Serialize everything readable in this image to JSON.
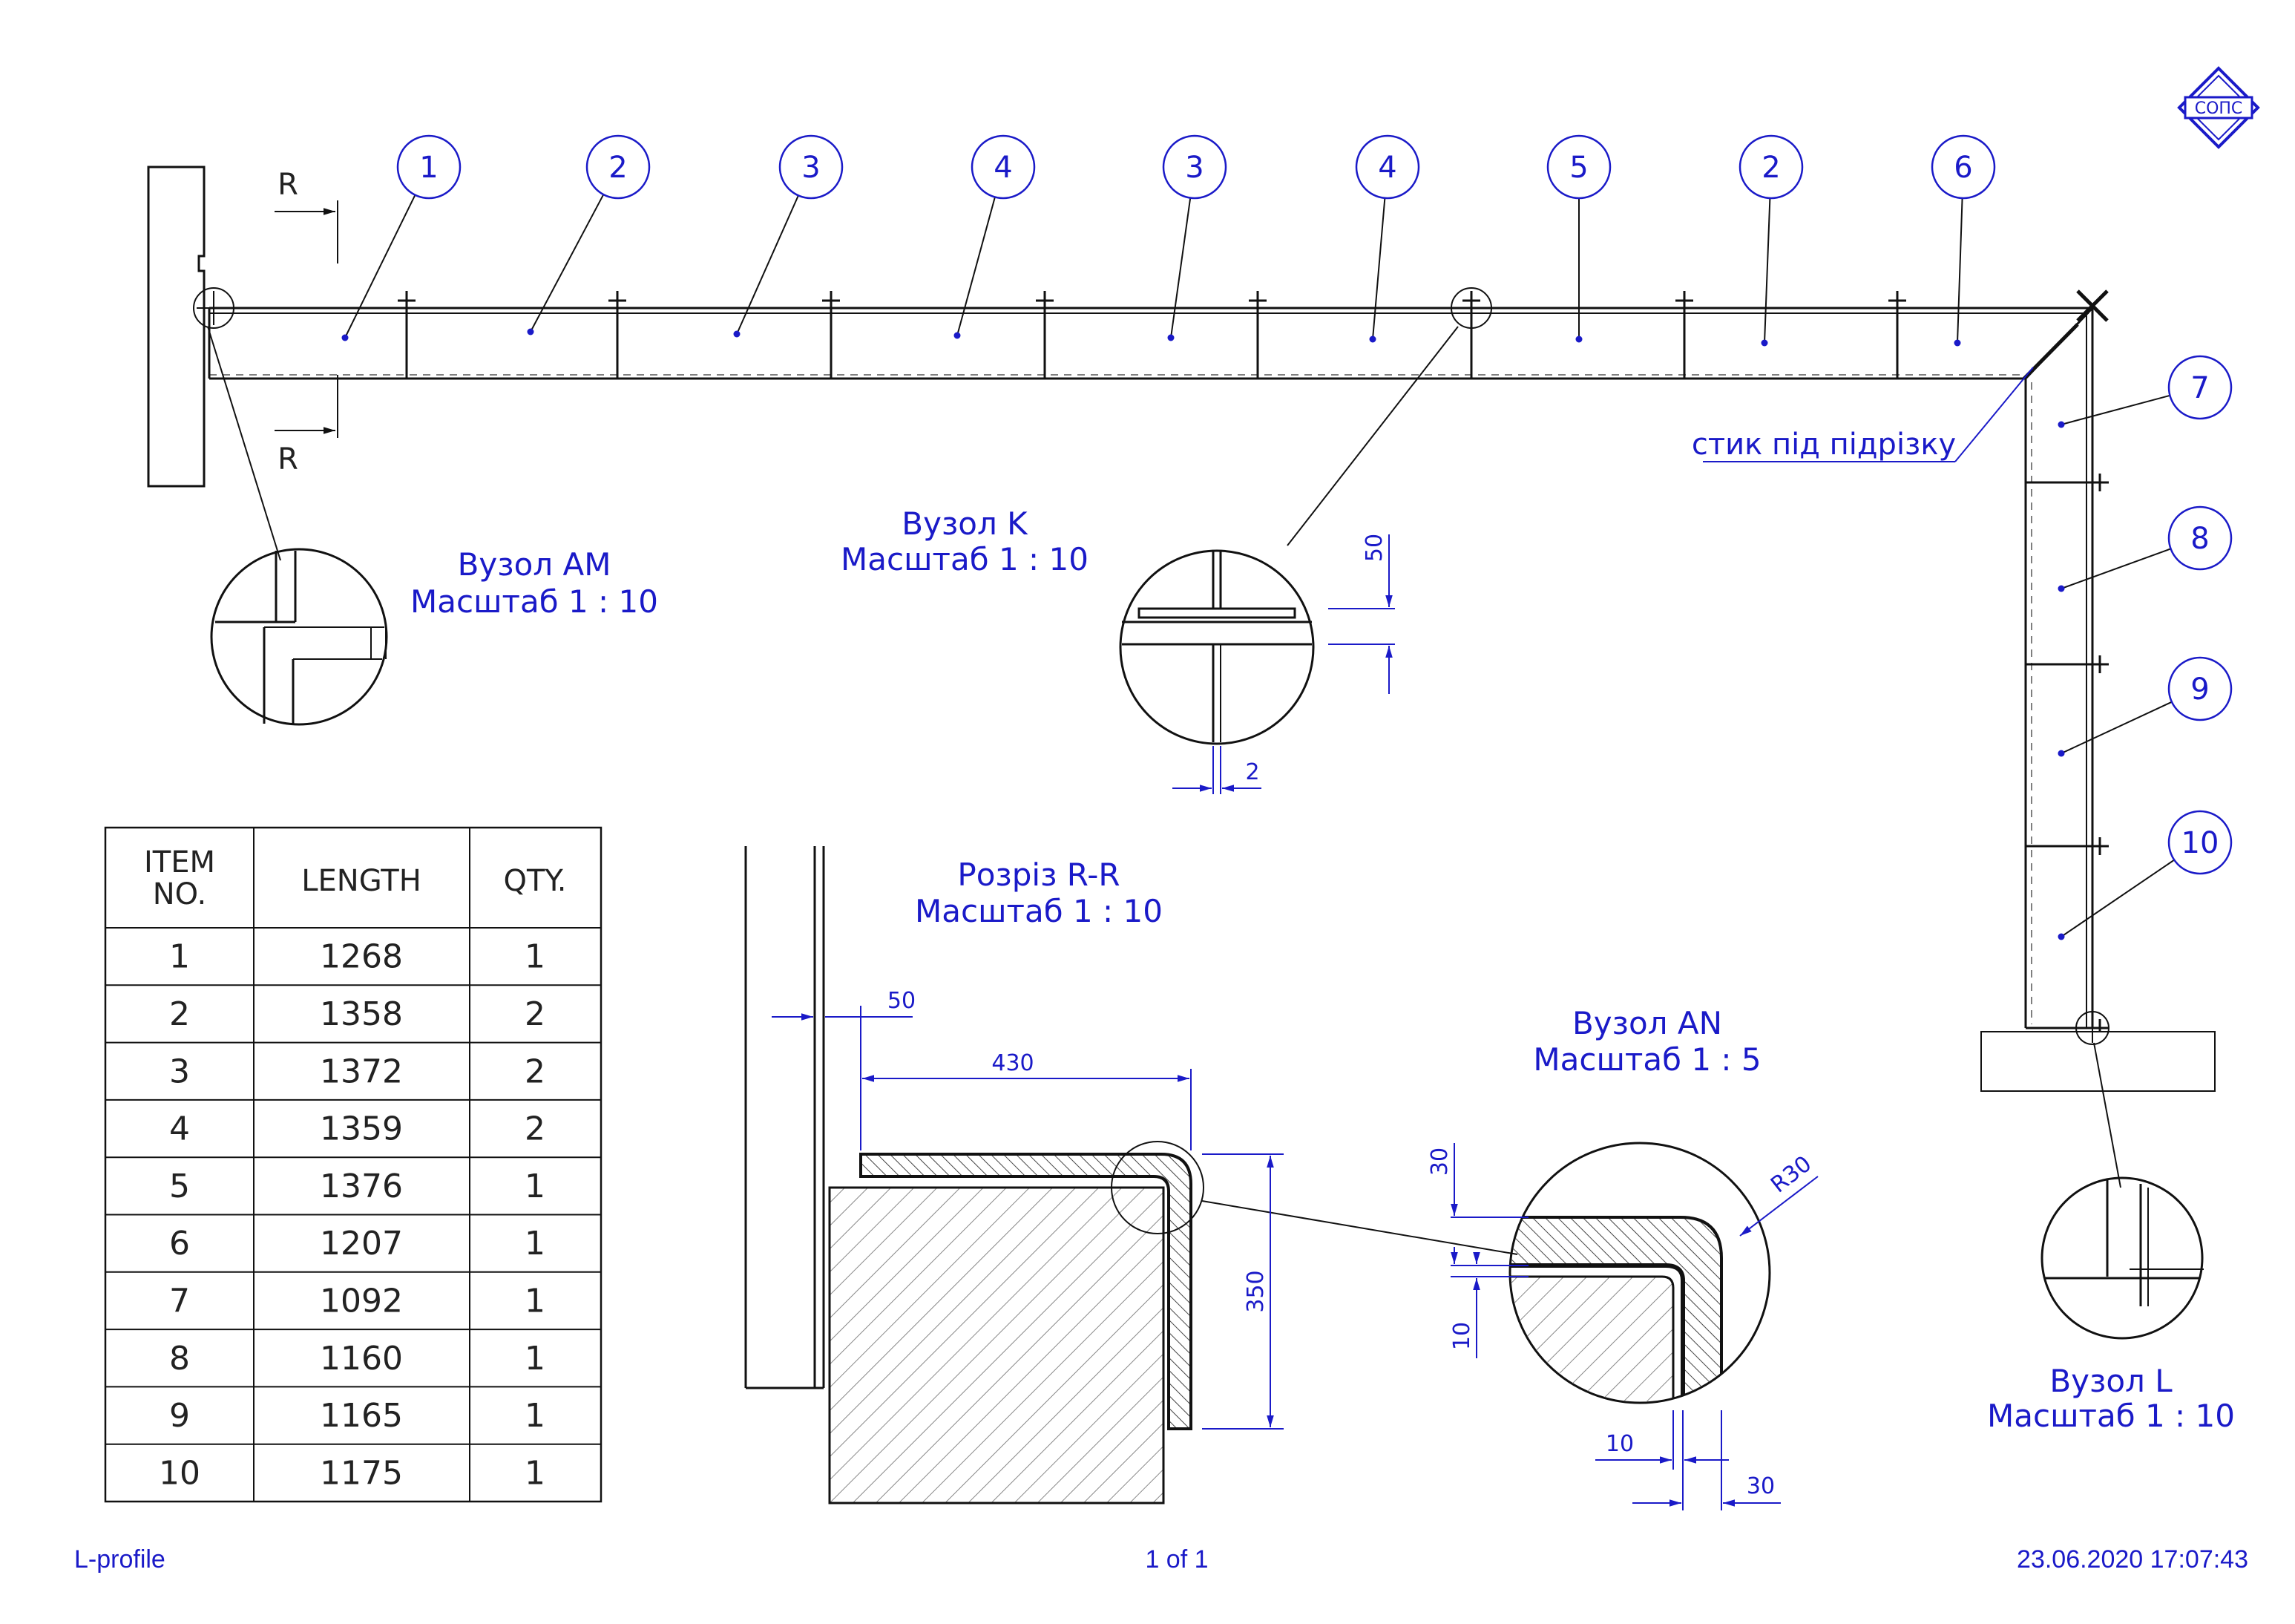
{
  "logo": {
    "text": "COПC"
  },
  "balloons": [
    {
      "label": "1"
    },
    {
      "label": "2"
    },
    {
      "label": "3"
    },
    {
      "label": "4"
    },
    {
      "label": "3"
    },
    {
      "label": "4"
    },
    {
      "label": "5"
    },
    {
      "label": "2"
    },
    {
      "label": "6"
    },
    {
      "label": "7"
    },
    {
      "label": "8"
    },
    {
      "label": "9"
    },
    {
      "label": "10"
    }
  ],
  "section_markers": {
    "top": "R",
    "bottom": "R"
  },
  "joint_note": "стик під підрізку",
  "views": {
    "am": {
      "title": "Вузол AM",
      "scale": "Масштаб 1 : 10"
    },
    "k": {
      "title": "Вузол K",
      "scale": "Масштаб 1 : 10",
      "dim_height": "50",
      "dim_gap": "2"
    },
    "rr": {
      "title": "Розріз R-R",
      "scale": "Масштаб 1 : 10",
      "dim_offset": "50",
      "dim_width": "430",
      "dim_height": "350"
    },
    "an": {
      "title": "Вузол AN",
      "scale": "Масштаб 1 : 5",
      "dim_30_v": "30",
      "dim_10_v": "10",
      "dim_radius": "R30",
      "dim_10_h": "10",
      "dim_30_h": "30"
    },
    "l": {
      "title": "Вузол L",
      "scale": "Масштаб 1 : 10"
    }
  },
  "bom": {
    "headers": {
      "item_line1": "ITEM",
      "item_line2": "NO.",
      "length": "LENGTH",
      "qty": "QTY."
    },
    "rows": [
      {
        "item": "1",
        "length": "1268",
        "qty": "1"
      },
      {
        "item": "2",
        "length": "1358",
        "qty": "2"
      },
      {
        "item": "3",
        "length": "1372",
        "qty": "2"
      },
      {
        "item": "4",
        "length": "1359",
        "qty": "2"
      },
      {
        "item": "5",
        "length": "1376",
        "qty": "1"
      },
      {
        "item": "6",
        "length": "1207",
        "qty": "1"
      },
      {
        "item": "7",
        "length": "1092",
        "qty": "1"
      },
      {
        "item": "8",
        "length": "1160",
        "qty": "1"
      },
      {
        "item": "9",
        "length": "1165",
        "qty": "1"
      },
      {
        "item": "10",
        "length": "1175",
        "qty": "1"
      }
    ]
  },
  "footer": {
    "file": "L-profile",
    "page": "1 of 1",
    "timestamp": "23.06.2020 17:07:43"
  },
  "colors": {
    "annotation": "#1a1ac8",
    "geometry": "#111111"
  }
}
